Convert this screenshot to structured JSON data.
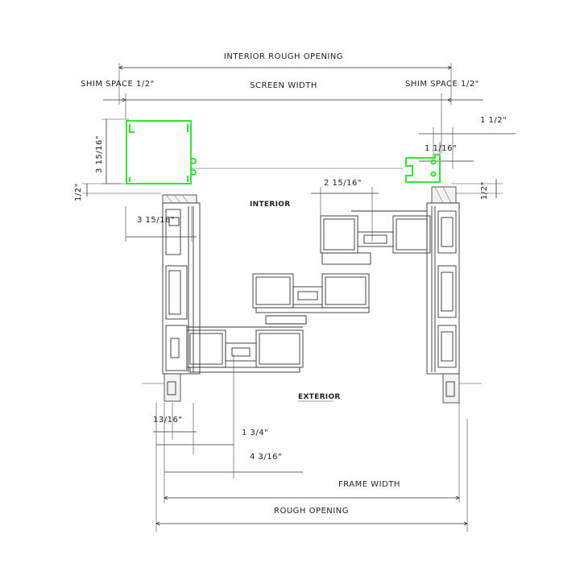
{
  "labels": {
    "interior_rough_opening": "INTERIOR ROUGH OPENING",
    "shim_left": "SHIM SPACE 1/2\"",
    "shim_right": "SHIM SPACE 1/2\"",
    "screen_width": "SCREEN WIDTH",
    "dim_1_1_2": "1 1/2\"",
    "dim_1_1_16": "1 1/16\"",
    "dim_3_15_16_vert": "3 15/16\"",
    "dim_half_left": "1/2\"",
    "dim_half_right": "1/2\"",
    "dim_2_15_16": "2 15/16\"",
    "dim_3_15_16_horiz": "3 15/16\"",
    "interior": "INTERIOR",
    "exterior": "EXTERIOR",
    "dim_13_16": "13/16\"",
    "dim_1_3_4": "1 3/4\"",
    "dim_4_3_16": "4 3/16\"",
    "frame_width": "FRAME WIDTH",
    "rough_opening": "ROUGH OPENING"
  },
  "colors": {
    "screen_profile": "#35e535",
    "lines": "#333333"
  }
}
